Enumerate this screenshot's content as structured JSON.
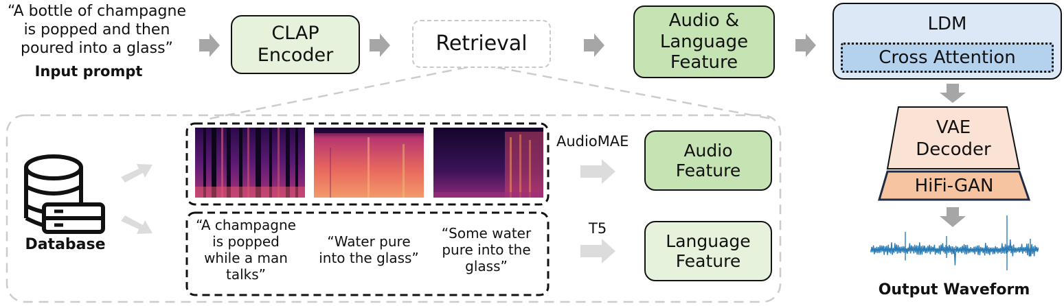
{
  "prompt": {
    "text": "“A bottle of champagne\nis popped and then\npoured into a glass”",
    "label": "Input prompt"
  },
  "clap": {
    "label": "CLAP\nEncoder"
  },
  "retrieval": {
    "label": "Retrieval"
  },
  "audio_language_feature": {
    "label": "Audio &\nLanguage\nFeature"
  },
  "ldm": {
    "title": "LDM",
    "cross_attention": "Cross Attention"
  },
  "vae": {
    "label": "VAE\nDecoder"
  },
  "hifigan": {
    "label": "HiFi-GAN"
  },
  "output": {
    "label": "Output Waveform"
  },
  "database": {
    "label": "Database"
  },
  "captions": [
    "“A champagne\nis popped\nwhile a man\ntalks”",
    "“Water pure\ninto the glass”",
    "“Some water\npure into the\nglass”"
  ],
  "audiomae": {
    "label": "AudioMAE"
  },
  "t5": {
    "label": "T5"
  },
  "audio_feature": {
    "label": "Audio\nFeature"
  },
  "language_feature": {
    "label": "Language\nFeature"
  },
  "colors": {
    "light_green": "#e6f2dc",
    "mid_green": "#c6e3b3",
    "ldm_blue": "#dce8f5",
    "cross_attention_blue": "#b4d1ee",
    "vae_peach": "#fae3d4",
    "hifigan_orange": "#f6c4a0",
    "waveform_blue": "#2b7bb4",
    "arrow_gray": "#a6a6a6"
  }
}
